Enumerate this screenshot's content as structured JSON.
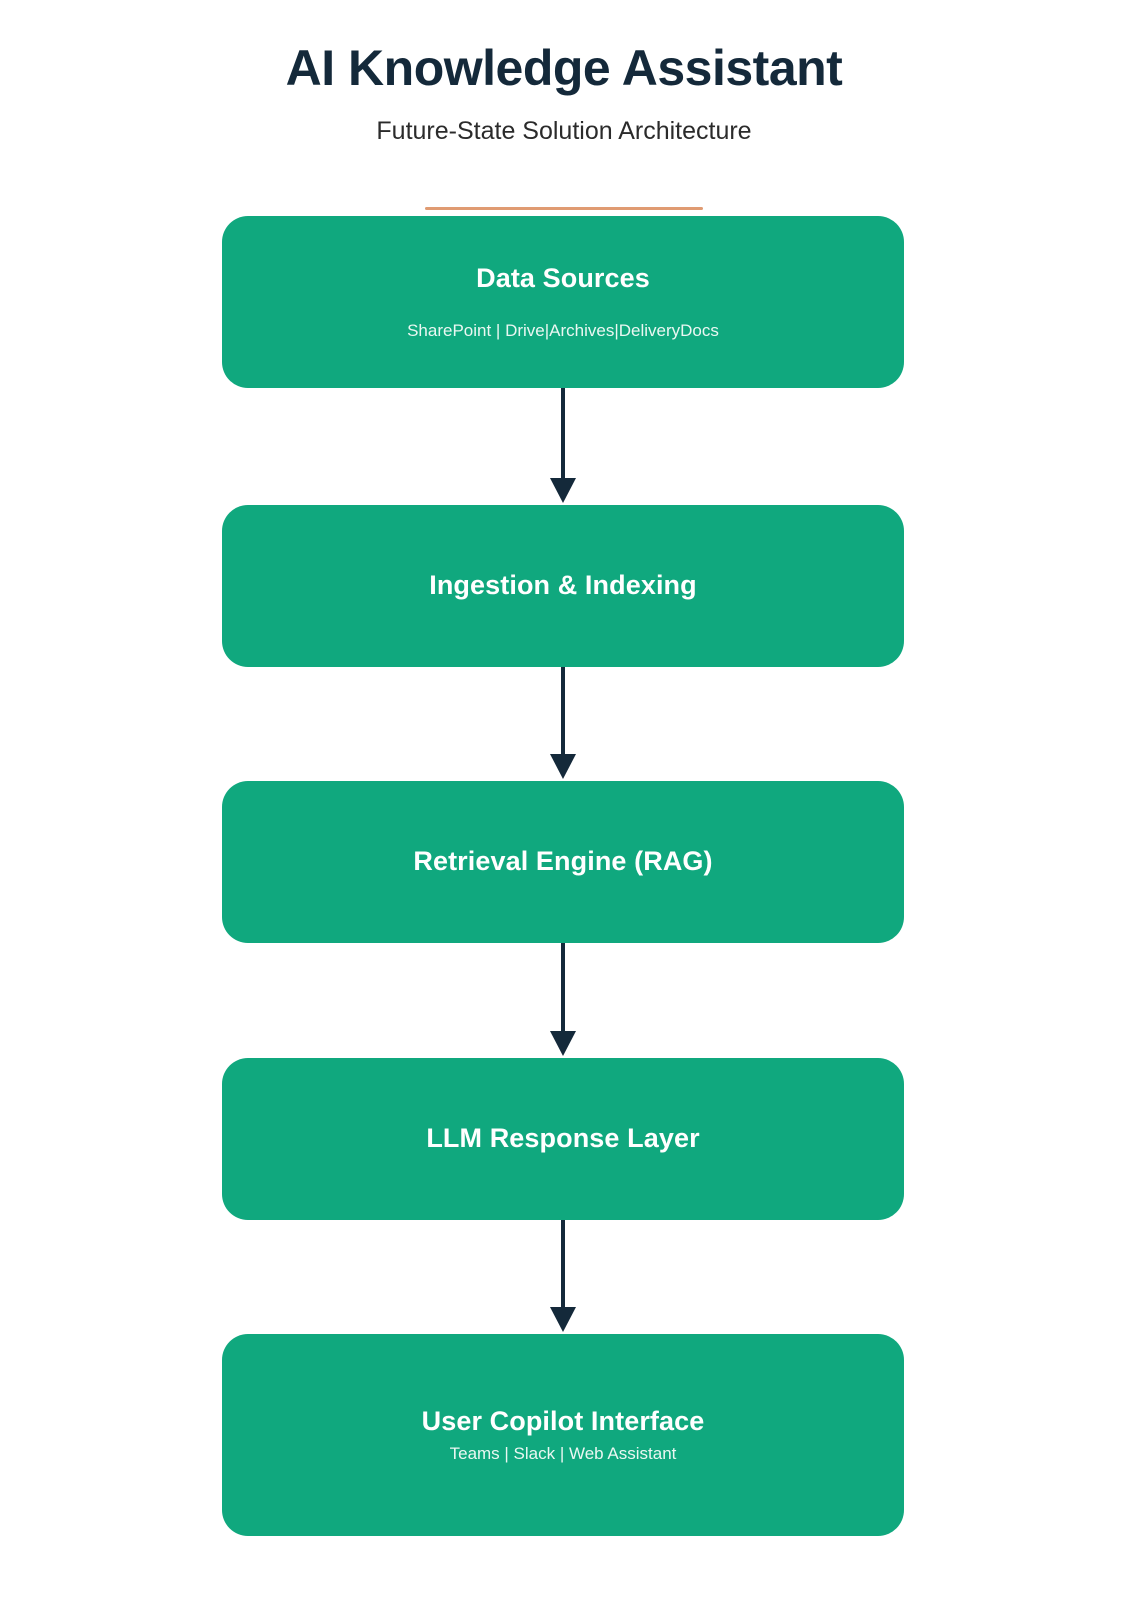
{
  "header": {
    "title": "AI Knowledge Assistant",
    "subtitle": "Future-State Solution Architecture"
  },
  "divider": {
    "name": "accent-divider",
    "color": "#e09b72"
  },
  "theme": {
    "node_fill": "#10a87e",
    "node_text": "#ffffff",
    "node_subtext": "#eaf7f2",
    "arrow_color": "#14293a",
    "title_color": "#14293a",
    "subtitle_color": "#2b2b2b",
    "background": "#ffffff"
  },
  "chart_data": {
    "type": "diagram",
    "title": "AI Knowledge Assistant",
    "subtitle": "Future-State Solution Architecture",
    "orientation": "top-to-bottom",
    "node_count": 5,
    "connector_count": 4,
    "connector_style": "straight-arrow",
    "nodes": [
      {
        "id": "data-sources",
        "title": "Data Sources",
        "subtitle": "SharePoint | Drive|Archives|DeliveryDocs"
      },
      {
        "id": "ingestion",
        "title": "Ingestion & Indexing",
        "subtitle": ""
      },
      {
        "id": "retrieval",
        "title": "Retrieval Engine (RAG)",
        "subtitle": ""
      },
      {
        "id": "llm-response",
        "title": "LLM Response Layer",
        "subtitle": ""
      },
      {
        "id": "user-copilot",
        "title": "User Copilot Interface",
        "subtitle": "Teams | Slack | Web Assistant"
      }
    ],
    "edges": [
      {
        "from": "data-sources",
        "to": "ingestion"
      },
      {
        "from": "ingestion",
        "to": "retrieval"
      },
      {
        "from": "retrieval",
        "to": "llm-response"
      },
      {
        "from": "llm-response",
        "to": "user-copilot"
      }
    ]
  },
  "flow": {
    "nodes": [
      {
        "title": "Data Sources",
        "subtitle": "SharePoint | Drive|Archives|DeliveryDocs"
      },
      {
        "title": "Ingestion & Indexing",
        "subtitle": ""
      },
      {
        "title": "Retrieval Engine (RAG)",
        "subtitle": ""
      },
      {
        "title": "LLM Response Layer",
        "subtitle": ""
      },
      {
        "title": "User Copilot Interface",
        "subtitle": "Teams | Slack | Web Assistant"
      }
    ]
  },
  "icons": {
    "arrow_down": "arrow-down-icon"
  }
}
